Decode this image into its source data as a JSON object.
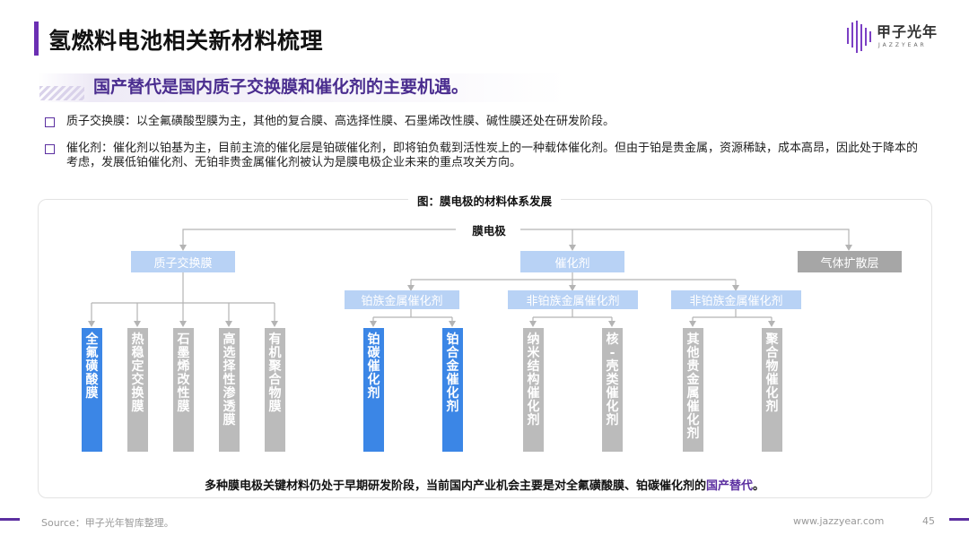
{
  "header": {
    "title": "氢燃料电池相关新材料梳理",
    "subtitle": "国产替代是国内质子交换膜和催化剂的主要机遇。"
  },
  "logo": {
    "name": "甲子光年",
    "sub": "JAZZYEAR"
  },
  "bullets": [
    "质子交换膜：以全氟磺酸型膜为主，其他的复合膜、高选择性膜、石墨烯改性膜、碱性膜还处在研发阶段。",
    "催化剂：催化剂以铂基为主，目前主流的催化层是铂碳催化剂，即将铂负载到活性炭上的一种载体催化剂。但由于铂是贵金属，资源稀缺，成本高昂，因此处于降本的考虑，发展低铂催化剂、无铂非贵金属催化剂被认为是膜电极企业未来的重点攻关方向。"
  ],
  "diagram": {
    "figure_title": "图：膜电极的材料体系发展",
    "root": "膜电极",
    "level1": [
      "质子交换膜",
      "催化剂",
      "气体扩散层"
    ],
    "level2": [
      "铂族金属催化剂",
      "非铂族金属催化剂",
      "非铂族金属催化剂"
    ],
    "leaves": [
      "全氟磺酸膜",
      "热稳定交换膜",
      "石墨烯改性膜",
      "高选择性渗透膜",
      "有机聚合物膜",
      "铂碳催化剂",
      "铂合金催化剂",
      "纳米结构催化剂",
      "核-壳类催化剂",
      "其他贵金属催化剂",
      "聚合物催化剂"
    ],
    "note_prefix": "多种膜电极关键材料仍处于早期研发阶段，当前国内产业机会主要是对全氟磺酸膜、铂碳催化剂的",
    "note_highlight": "国产替代",
    "note_suffix": "。"
  },
  "footer": {
    "source": "Source：甲子光年智库整理。",
    "url": "www.jazzyear.com",
    "page": "45"
  },
  "colors": {
    "accent": "#5b2fa0",
    "node_blue": "#b8d2f5",
    "leaf_blue": "#3b86e6",
    "node_gray": "#a6a6a6",
    "leaf_gray": "#bbbbbb"
  }
}
